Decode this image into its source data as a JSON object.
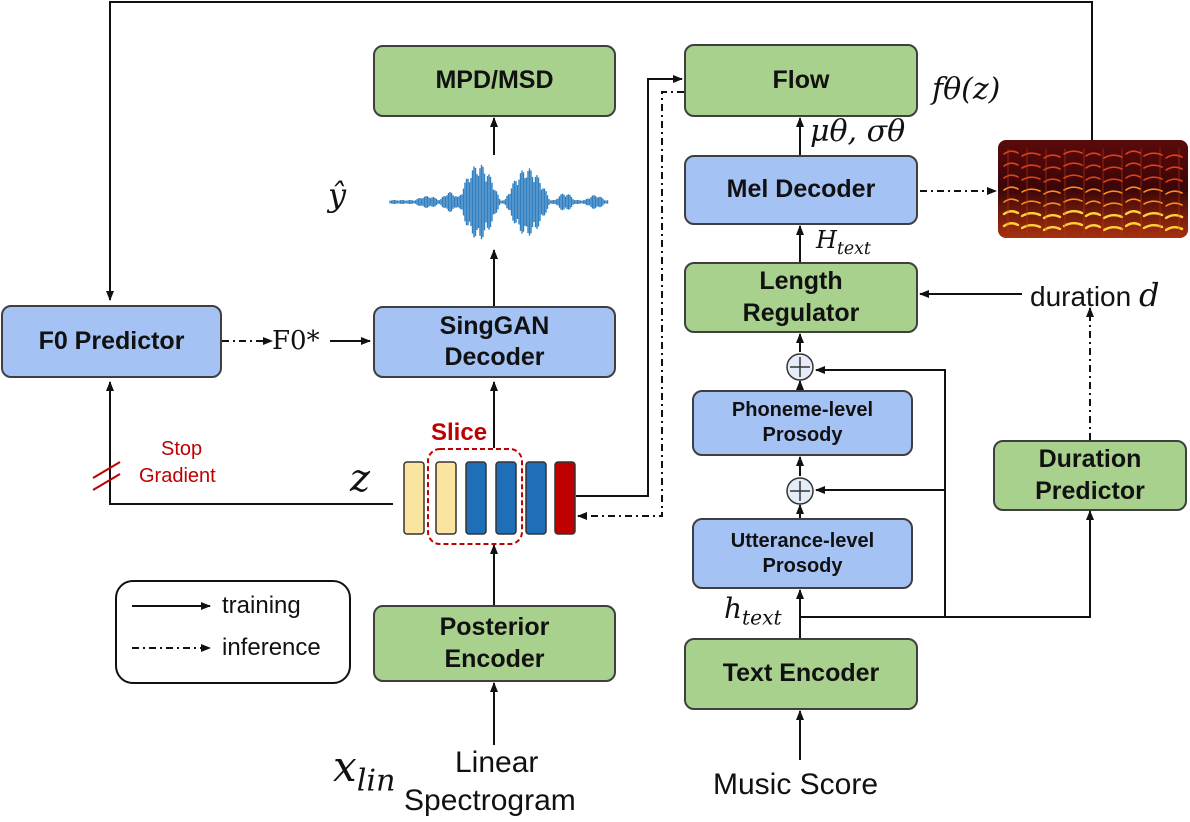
{
  "boxes": {
    "mpd_msd": "MPD/MSD",
    "flow": "Flow",
    "mel_decoder": "Mel Decoder",
    "length_regulator_line1": "Length",
    "length_regulator_line2": "Regulator",
    "f0_predictor": "F0 Predictor",
    "singgan_line1": "SingGAN",
    "singgan_line2": "Decoder",
    "phoneme_prosody_line1": "Phoneme-level",
    "phoneme_prosody_line2": "Prosody",
    "utterance_prosody_line1": "Utterance-level",
    "utterance_prosody_line2": "Prosody",
    "duration_predictor_line1": "Duration",
    "duration_predictor_line2": "Predictor",
    "posterior_encoder_line1": "Posterior",
    "posterior_encoder_line2": "Encoder",
    "text_encoder": "Text Encoder"
  },
  "labels": {
    "f_theta": "fθ(z)",
    "mu_sigma": "μθ, σθ",
    "h_text_upper": "H",
    "h_text_upper_sub": "text",
    "h_text_lower": "h",
    "h_text_lower_sub": "text",
    "duration": "duration",
    "duration_var": "d",
    "y_hat": "ŷ",
    "f0_star": "F0*",
    "slice": "Slice",
    "stop_line1": "Stop",
    "stop_line2": "Gradient",
    "z": "z",
    "x_lin": "x",
    "x_lin_sub": "lin",
    "linear_line1": "Linear",
    "linear_line2": "Spectrogram",
    "music_score": "Music Score"
  },
  "legend": {
    "training": "training",
    "inference": "inference"
  },
  "colors": {
    "green_box": "#a9d18e",
    "blue_box": "#a4c2f4",
    "latent_yellow": "#f9e4a0",
    "latent_blue": "#1f6fb8",
    "latent_red": "#c00000",
    "stop_gradient_red": "#c00000",
    "waveform": "#2f7fc1"
  }
}
